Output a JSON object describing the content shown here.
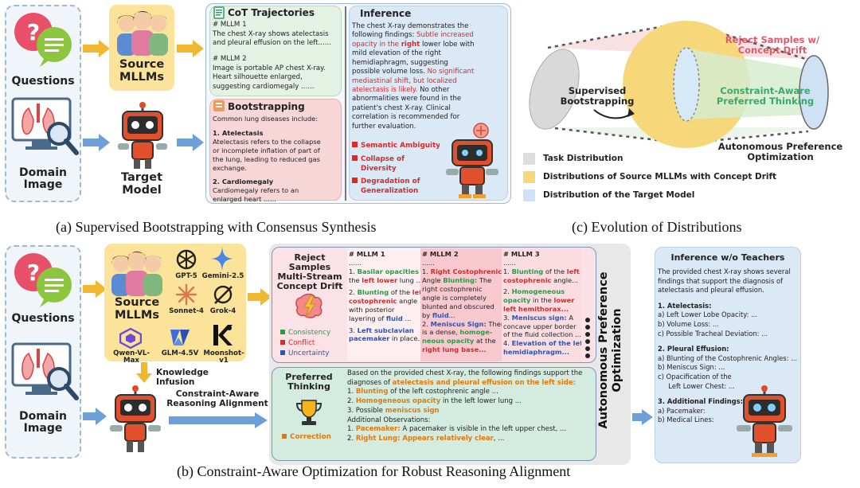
{
  "panel_a": {
    "questions_label": "Questions",
    "domain_label_1": "Domain",
    "domain_label_2": "Image",
    "source_label_1": "Source",
    "source_label_2": "MLLMs",
    "target_label_1": "Target",
    "target_label_2": "Model",
    "cot": {
      "title": "CoT Trajectories",
      "m1_head": "# MLLM 1",
      "m1_l1": "The chest X-ray shows atelectasis",
      "m1_l2": "and pleural effusion on the left......",
      "m2_head": "# MLLM 2",
      "m2_l1": "Image is portable AP chest X-ray.",
      "m2_l2": "Heart silhouette enlarged,",
      "m2_l3": "suggesting cardiomegaly ......"
    },
    "bootstrap": {
      "title": "Bootstrapping",
      "intro": "Common lung diseases include:",
      "i1_head": "1. Atelectasis",
      "i1_l1": "Atelectasis refers to the collapse",
      "i1_l2": "or incomplete inflation of part of",
      "i1_l3": "the lung, leading to reduced gas",
      "i1_l4": "exchange.",
      "i2_head": "2. Cardiomegaly",
      "i2_l1": "Cardiomegaly refers to an",
      "i2_l2": "enlarged heart ......"
    },
    "inference": {
      "title": "Inference",
      "l1": "The chest X-ray demonstrates the",
      "l2a": "following findings: ",
      "l2b": "Subtle increased",
      "l3a": "opacity in the ",
      "l3b": "right",
      "l3c": " lower lobe with",
      "l4": "mild elevation of the right",
      "l5": "hemidiaphragm, suggesting",
      "l6a": "possible volume loss. ",
      "l6b": "No significant",
      "l7": "mediastinal shift, but localized",
      "l8a": "atelectasis is likely.",
      "l8b": " No other",
      "l9": "abnormalities were found in the",
      "l10": "patient's chest X-ray. Clinical",
      "l11": "correlation is recommended for",
      "l12": "further evaluation.",
      "issue1": "Semantic Ambiguity",
      "issue2a": "Collapse of",
      "issue2b": "Diversity",
      "issue3a": "Degradation of",
      "issue3b": "Generalization"
    },
    "caption": "(a) Supervised Bootstrapping with Consensus Synthesis"
  },
  "panel_c": {
    "supervised_1": "Supervised",
    "supervised_2": "Bootstrapping",
    "reject_1": "Reject Samples w/",
    "reject_2": "Concept Drift",
    "constraint_1": "Constraint-Aware",
    "constraint_2": "Preferred Thinking",
    "auto_1": "Autonomous Preference",
    "auto_2": "Optimization",
    "legend": [
      {
        "label": "Task Distribution",
        "color": "#dddddd"
      },
      {
        "label": "Distributions of Source MLLMs  with Concept Drift",
        "color": "#f6d77a"
      },
      {
        "label": "Distribution of the Target Model",
        "color": "#cfe2f5"
      }
    ],
    "caption": "(c) Evolution of Distributions"
  },
  "panel_b": {
    "questions_label": "Questions",
    "domain_label_1": "Domain",
    "domain_label_2": "Image",
    "source_label_1": "Source",
    "source_label_2": "MLLMs",
    "models": [
      "GPT-5",
      "Gemini-2.5",
      "Sonnet-4",
      "Grok-4",
      "Qwen-VL-Max",
      "GLM-4.5V",
      "Moonshot-v1"
    ],
    "knowledge": "Knowledge Infusion",
    "align_1": "Constraint-Aware",
    "align_2": "Reasoning Alignment",
    "reject": {
      "t1": "Reject Samples",
      "t2": "Multi-Stream",
      "t3": "Concept Drift",
      "leg1": "Consistency",
      "leg2": "Conflict",
      "leg3": "Uncertainty"
    },
    "col1": {
      "head": "# MLLM 1",
      "dots": "......",
      "a1": "1. ",
      "a2": "Basilar opacities",
      "a3": " at",
      "b1": "the ",
      "b2": "left lower",
      "b3": " lung ...",
      "c1": "2. ",
      "c2": "Blunting",
      "c3": " of the ",
      "c4": "left",
      "d1": "costophrenic",
      "d2": " angle",
      "e1": "with posterior",
      "f1": "layering of ",
      "f2": "fluid",
      "f3": " ...",
      "g1": "3. ",
      "g2": "Left subclavian",
      "h1": "pacemaker",
      "h2": " in place..."
    },
    "col2": {
      "head": "# MLLM 2",
      "dots": "......",
      "a1": "1. ",
      "a2": "Right Costophrenic",
      "b1": "Angle ",
      "b2": "Blunting:",
      "b3": " The",
      "c1": "right costophrenic",
      "d1": "angle is completely",
      "e1": "blunted and obscured",
      "f1": "by ",
      "f2": "fluid",
      "f3": "...",
      "g1": "2. ",
      "g2": "Meniscus Sign:",
      "g3": " There",
      "h1": "is a dense, ",
      "h2": "homoge-",
      "i1": "neous opacity",
      "i2": " at the",
      "j1": "right lung base..."
    },
    "col3": {
      "head": "# MLLM 3",
      "dots": "......",
      "a1": "1. ",
      "a2": "Blunting",
      "a3": " of the ",
      "a4": "left",
      "b1": "costophrenic",
      "b2": " angle...",
      "c1": "2. ",
      "c2": "Homogeneous",
      "d1": "opacity",
      "d2": " in the ",
      "d3": "lower",
      "e1": "left hemithorax...",
      "f1": "3. ",
      "f2": "Meniscus sign:",
      "f3": " A",
      "g1": "concave upper border",
      "h1": "of the fluid collection ...",
      "i1": "4. ",
      "i2": "Elevation of the left",
      "j1": "hemidiaphragm..."
    },
    "preferred": {
      "t1": "Preferred",
      "t2": "Thinking",
      "correction": "Correction",
      "l1": "Based on the provided chest X-ray, the following findings support the",
      "l2a": "diagnoses of ",
      "l2b": "atelectasis and pleural effusion on the left side",
      "l2c": ":",
      "l3a": "1. ",
      "l3b": "Blunting",
      "l3c": " of the left costophrenic angle  ...",
      "l4a": "2. ",
      "l4b": "Homogeneous opacity",
      "l4c": " in the left lower lung ...",
      "l5a": "3. Possible ",
      "l5b": "meniscus sign",
      "l6": "Additional Observations:",
      "l7a": "1. ",
      "l7b": "Pacemaker:",
      "l7c": " A pacemaker is visible in the left upper chest, ...",
      "l8a": "2. ",
      "l8b": "Right Lung: Appears relatively clear",
      "l8c": ", ..."
    },
    "vertical_1": "Autonomous Preference",
    "vertical_2": "Optimization",
    "inference": {
      "title": "Inference w/o Teachers",
      "l1": "The provided chest X-ray shows several",
      "l2": "findings that support the diagnosis of",
      "l3": "atelectasis and pleural effusion.",
      "s1": "1. Atelectasis:",
      "s1a": "a) Left Lower Lobe Opacity: ...",
      "s1b": "b) Volume Loss: ...",
      "s1c": "c) Possible Tracheal Deviation:  ...",
      "s2": "2. Pleural Effusion:",
      "s2a": "a) Blunting of the Costophrenic Angles: ...",
      "s2b": "b) Meniscus Sign: ...",
      "s2c": "c) Opacification of the",
      "s2d": "     Left Lower Chest: ...",
      "s3": "3. Additional Findings:",
      "s3a": "a) Pacemaker:",
      "s3b": "b) Medical Lines:"
    },
    "caption": "(b) Constraint-Aware Optimization for Robust Reasoning Alignment"
  }
}
